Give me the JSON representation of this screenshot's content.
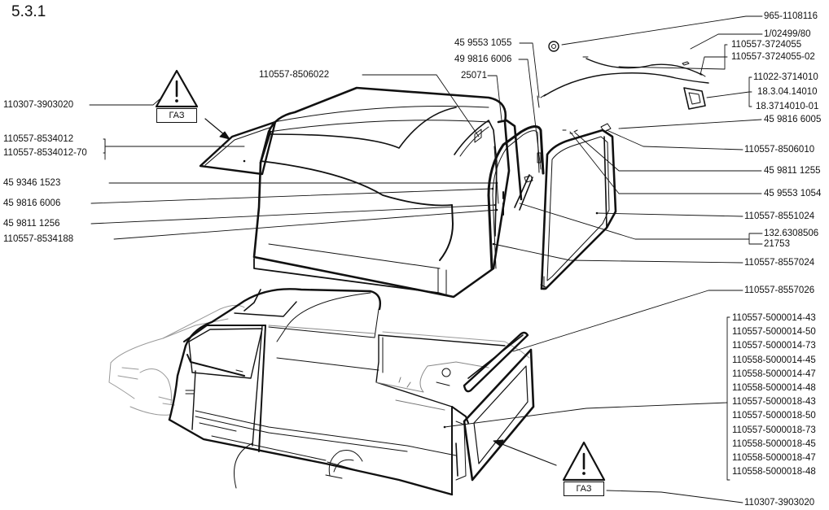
{
  "section": "5.3.1",
  "warning_text": "ГАЗ",
  "labels": {
    "p965": "965-1108116",
    "p102499": "1/02499/80",
    "p3724055": "110557-3724055",
    "p3724055_02": "110557-3724055-02",
    "p3714010": "11022-3714010",
    "p183714010": "18.3.04.14010",
    "p3714010_01": "18.3714010-01",
    "p45_9553_1055": "45 9553 1055",
    "p49_9816_6006": "49 9816 6006",
    "p25071": "25071",
    "p8506022": "110557-8506022",
    "p3903020_top": "110307-3903020",
    "p8534012": "110557-8534012",
    "p8534012_70": "110557-8534012-70",
    "p45_9346_1523": "45 9346 1523",
    "p45_9816_6006": "45 9816 6006",
    "p45_9811_1256": "45 9811 1256",
    "p8534188": "110557-8534188",
    "p45_9816_6005": "45 9816 6005",
    "p8506010": "110557-8506010",
    "p45_9811_1255": "45 9811 1255",
    "p45_9553_1054": "45 9553 1054",
    "p8551024": "110557-8551024",
    "p132_6308506": "132.6308506",
    "p21753": "21753",
    "p8557024": "110557-8557024",
    "p8557026": "110557-8557026",
    "p3903020_bottom": "110307-3903020"
  },
  "body_codes": [
    "110557-5000014-43",
    "110557-5000014-50",
    "110557-5000014-73",
    "110558-5000014-45",
    "110558-5000014-47",
    "110558-5000014-48",
    "110557-5000018-43",
    "110557-5000018-50",
    "110557-5000018-73",
    "110558-5000018-45",
    "110558-5000018-47",
    "110558-5000018-48"
  ]
}
